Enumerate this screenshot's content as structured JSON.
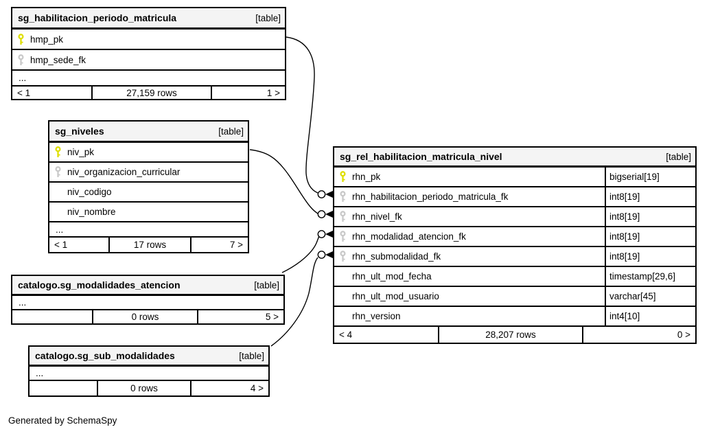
{
  "diagram": {
    "credit": "Generated by SchemaSpy"
  },
  "colors": {
    "primary_key_icon": "#dede00",
    "foreign_key_icon": "#c9c9c9",
    "table_header_bg": "#f4f4f4",
    "border": "#000000"
  },
  "tables": [
    {
      "title": "sg_habilitacion_periodo_matricula",
      "badge": "[table]",
      "columns": [
        {
          "name": "hmp_pk",
          "key": "pk"
        },
        {
          "name": "hmp_sede_fk",
          "key": "fk"
        }
      ],
      "ellipsis": "...",
      "footer": {
        "left": "< 1",
        "center": "27,159 rows",
        "right": "1 >"
      }
    },
    {
      "title": "sg_niveles",
      "badge": "[table]",
      "columns": [
        {
          "name": "niv_pk",
          "key": "pk"
        },
        {
          "name": "niv_organizacion_curricular",
          "key": "fk"
        },
        {
          "name": "niv_codigo",
          "key": null
        },
        {
          "name": "niv_nombre",
          "key": null
        }
      ],
      "ellipsis": "...",
      "footer": {
        "left": "< 1",
        "center": "17 rows",
        "right": "7 >"
      }
    },
    {
      "title": "catalogo.sg_modalidades_atencion",
      "badge": "[table]",
      "columns": [],
      "ellipsis": "...",
      "footer": {
        "left": "",
        "center": "0 rows",
        "right": "5 >"
      }
    },
    {
      "title": "catalogo.sg_sub_modalidades",
      "badge": "[table]",
      "columns": [],
      "ellipsis": "...",
      "footer": {
        "left": "",
        "center": "0 rows",
        "right": "4 >"
      }
    },
    {
      "title": "sg_rel_habilitacion_matricula_nivel",
      "badge": "[table]",
      "columns": [
        {
          "name": "rhn_pk",
          "key": "pk",
          "type": "bigserial[19]"
        },
        {
          "name": "rhn_habilitacion_periodo_matricula_fk",
          "key": "fk",
          "type": "int8[19]"
        },
        {
          "name": "rhn_nivel_fk",
          "key": "fk",
          "type": "int8[19]"
        },
        {
          "name": "rhn_modalidad_atencion_fk",
          "key": "fk",
          "type": "int8[19]"
        },
        {
          "name": "rhn_submodalidad_fk",
          "key": "fk",
          "type": "int8[19]"
        },
        {
          "name": "rhn_ult_mod_fecha",
          "key": null,
          "type": "timestamp[29,6]"
        },
        {
          "name": "rhn_ult_mod_usuario",
          "key": null,
          "type": "varchar[45]"
        },
        {
          "name": "rhn_version",
          "key": null,
          "type": "int4[10]"
        }
      ],
      "footer": {
        "left": "< 4",
        "center": "28,207 rows",
        "right": "0 >"
      }
    }
  ]
}
